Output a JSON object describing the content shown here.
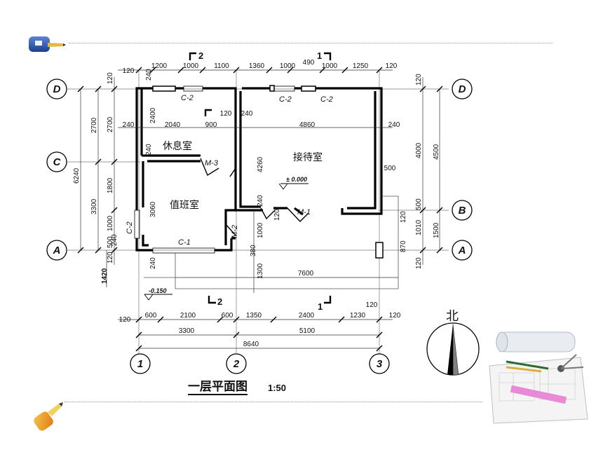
{
  "title": "一层平面图",
  "scale": "1:50",
  "north_label": "北",
  "rooms": {
    "rest": "休息室",
    "reception": "接待室",
    "duty": "值班室"
  },
  "elevation": {
    "floor": "± 0.000",
    "outside": "-0.150"
  },
  "axes": {
    "d_left": "D",
    "c_left": "C",
    "a_left": "A",
    "d_right": "D",
    "b_right": "B",
    "a_right": "A",
    "n1": "1",
    "n2": "2",
    "n3": "3"
  },
  "section_marks": {
    "s2_top": "2",
    "s1_top": "1",
    "s2_bottom": "2",
    "s1_bottom": "1"
  },
  "openings": {
    "c2_a": "C-2",
    "c2_b": "C-2",
    "c2_c": "C-2",
    "c2_d": "C-2",
    "c1": "C-1",
    "m1": "M-1",
    "m2": "M-2",
    "m3": "M-3"
  },
  "dims_top": [
    "120",
    "1200",
    "1000",
    "1100",
    "1360",
    "1000",
    "490",
    "1000",
    "1250",
    "120"
  ],
  "dims_inner": {
    "w240a": "240",
    "w2040": "2040",
    "w900": "900",
    "w120": "120",
    "w240b": "240",
    "w4860": "4860",
    "w240c": "240",
    "w500": "500",
    "w240d": "240",
    "w240e": "240",
    "w240f": "240",
    "w240g": "240",
    "w240h": "240",
    "w120b": "120",
    "w120c": "120",
    "v2400": "2400",
    "v4260": "4260",
    "v3060": "3060",
    "v1000": "1000",
    "v380": "380",
    "v1300": "1300",
    "v240x": "240",
    "v240y": "240",
    "w7600": "7600",
    "v1420": "1420"
  },
  "dims_left_outer": [
    "120",
    "2700",
    "1800",
    "1000",
    "500",
    "120"
  ],
  "dims_left_mid": [
    "2700",
    "3300"
  ],
  "dims_left_total": "6240",
  "dims_right_outer": [
    "120",
    "4000",
    "500",
    "1010",
    "870",
    "120"
  ],
  "dims_right_mid": [
    "4500",
    "1500"
  ],
  "dims_bottom_row1": [
    "120",
    "600",
    "2100",
    "600",
    "1350",
    "2400",
    "1230",
    "120"
  ],
  "dims_bottom_row2": [
    "3300",
    "5100"
  ],
  "dims_bottom_total": "8640",
  "dims_bottom_extra": "120"
}
